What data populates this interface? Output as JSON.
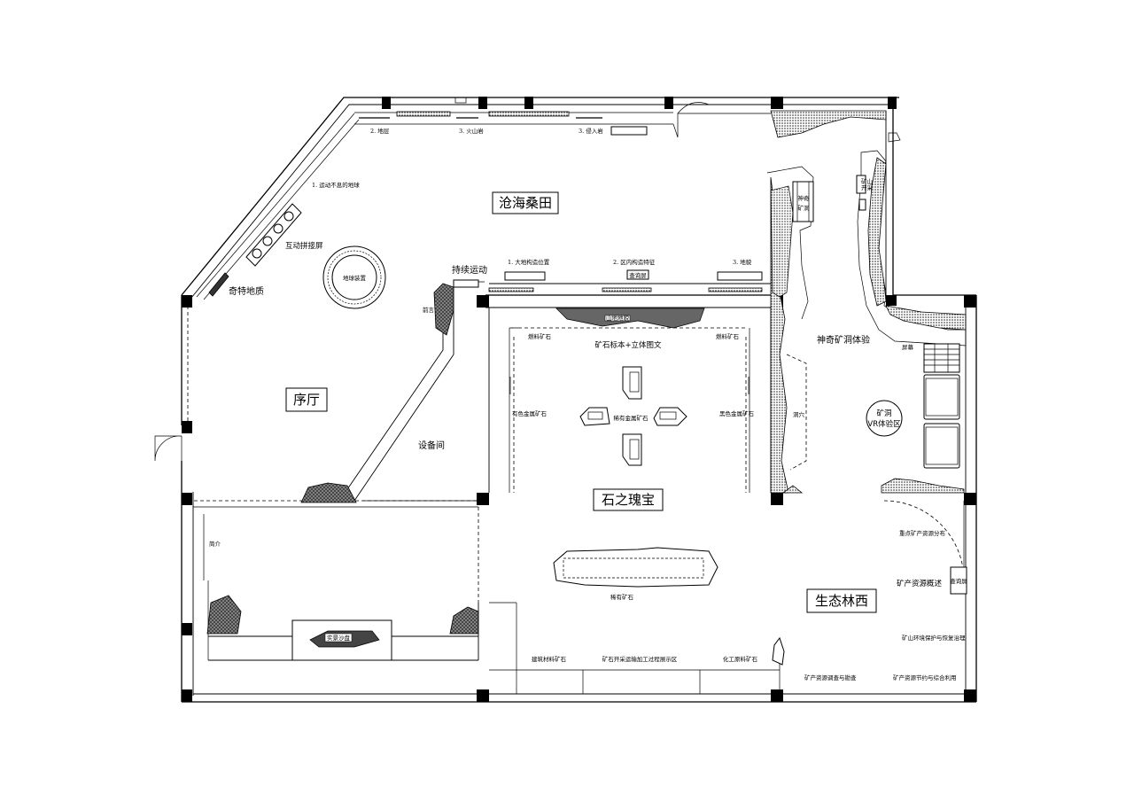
{
  "zones": {
    "canghai": "沧海桑田",
    "xuting": "序厅",
    "shizhi": "石之瑰宝",
    "shengtai": "生态林西",
    "kuangdong": "神奇矿洞体验"
  },
  "labels": {
    "qite": "奇特地质",
    "shebeijian": "设备间",
    "chixu": "持续运动",
    "diqiu": "地球装置",
    "hudong": "互动拼接屏",
    "qianyan": "前言",
    "jianjie": "简介",
    "shapan": "实景沙盘",
    "biaoben": "矿石标本+立体图文",
    "ranliao_left": "燃料矿石",
    "ranliao_right": "燃料矿石",
    "youse": "有色金属矿石",
    "heise": "黑色金属矿石",
    "xiyou_jinshu": "稀有金属矿石",
    "xiyou": "稀有矿石",
    "jianzhu": "建筑材料矿石",
    "huagong": "化工原料矿石",
    "jiagong": "矿石开采运输加工过程展示区",
    "vr_line1": "矿洞",
    "vr_line2": "VR体验区",
    "fenbu": "重点矿产资源分布",
    "gaishu": "矿产资源概述",
    "huanjing": "矿山环境保护与恢复治理",
    "diaocha": "矿产资源调查与勘查",
    "jieyue": "矿产资源节约与综合利用",
    "yundong": "1. 运动不息的地球",
    "diceng": "2. 地层",
    "huoshan": "3. 火山岩",
    "qinru": "3. 侵入岩",
    "gouzao_wz": "1. 大地构造位置",
    "gouzao_tz": "2. 区内构造特征",
    "dizhen": "3. 地貌",
    "mountain": "山地地貌",
    "pingmian": "查询屏",
    "kuangdong_sign1": "神奇",
    "kuangdong_sign2": "矿洞",
    "dongxue": "洞穴",
    "jiaokan": "矿山",
    "jiaokan2": "开采",
    "pingshi": "屏幕",
    "chaxun_r": "查询屏"
  }
}
